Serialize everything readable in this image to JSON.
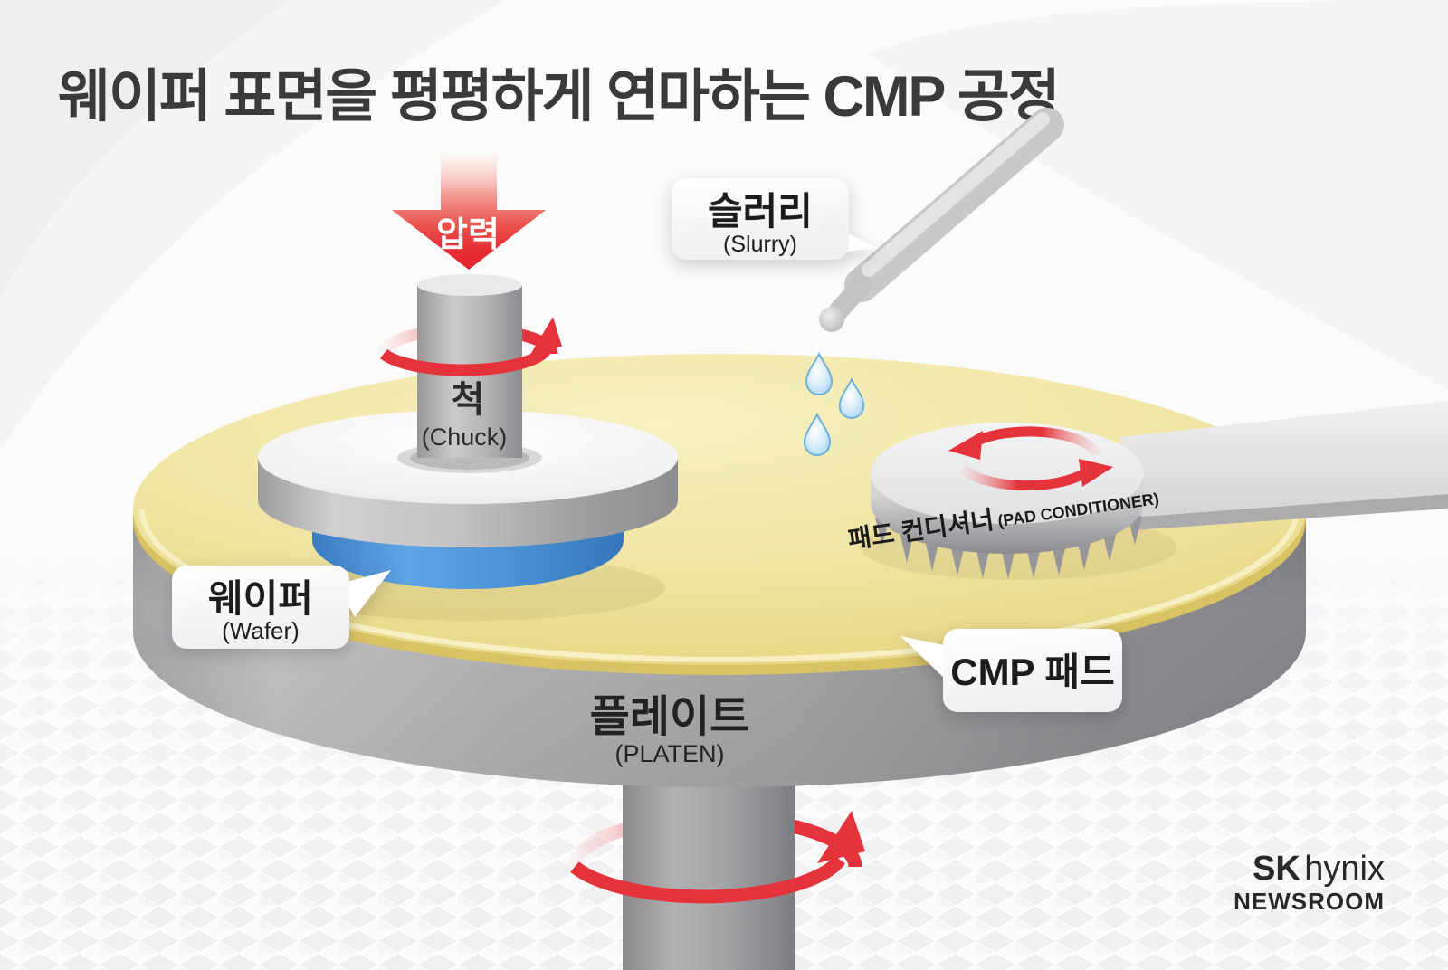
{
  "title": "웨이퍼 표면을 평평하게 연마하는 CMP 공정",
  "diagram": {
    "pressure": {
      "label": "압력"
    },
    "chuck": {
      "label_ko": "척",
      "label_en": "(Chuck)"
    },
    "slurry": {
      "label_ko": "슬러리",
      "label_en": "(Slurry)"
    },
    "wafer": {
      "label_ko": "웨이퍼",
      "label_en": "(Wafer)"
    },
    "cmp_pad": {
      "label": "CMP 패드"
    },
    "platen": {
      "label_ko": "플레이트",
      "label_en": "(PLATEN)"
    },
    "pad_conditioner": {
      "label_ko": "패드 컨디셔너",
      "label_en": "(PAD CONDITIONER)"
    }
  },
  "footer": {
    "logo_primary": "SK",
    "logo_secondary": " hynix",
    "logo_sub": "NEWSROOM"
  },
  "colors": {
    "accent_red": "#e5333b",
    "pad_yellow": "#eee2a0",
    "wafer_blue": "#4d94d8",
    "platen_gray": "#a2a2a4",
    "text_dark": "#3a3a3c"
  }
}
